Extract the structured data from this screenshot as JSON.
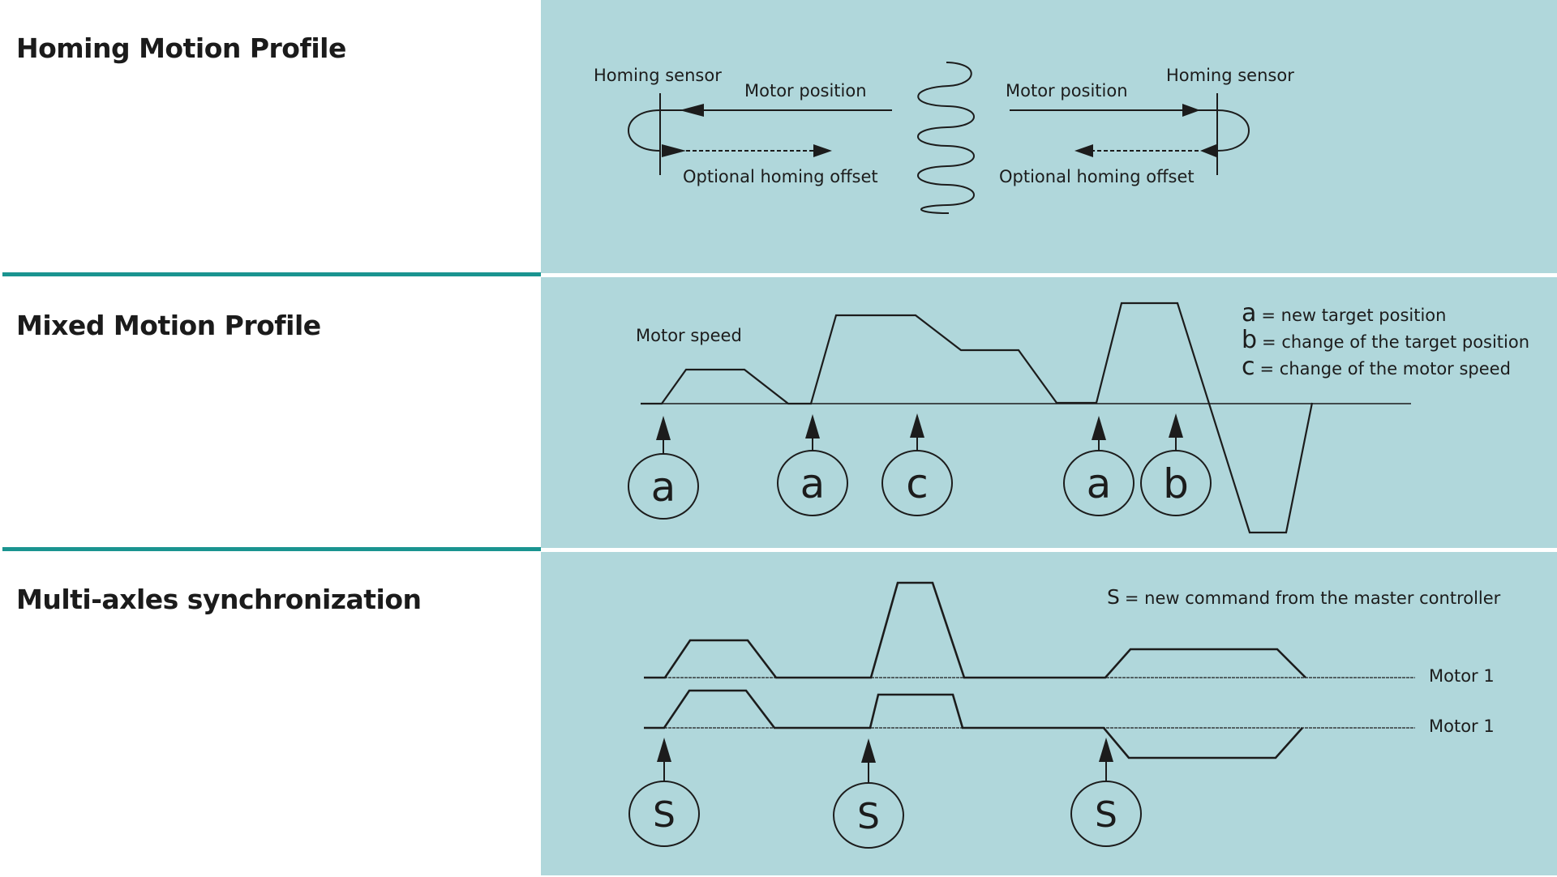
{
  "colors": {
    "panel_bg": "#b0d7db",
    "divider": "#1a9490",
    "ink": "#1c1c1c",
    "page_bg": "#ffffff"
  },
  "sections": [
    {
      "id": "homing",
      "title": "Homing Motion Profile"
    },
    {
      "id": "mixed",
      "title": "Mixed Motion Profile"
    },
    {
      "id": "multi",
      "title": "Multi-axles synchronization"
    }
  ],
  "homing": {
    "left": {
      "sensor_label": "Homing sensor",
      "motor_label": "Motor position",
      "offset_label": "Optional homing offset",
      "motor_direction": "left",
      "offset_direction": "right"
    },
    "right": {
      "sensor_label": "Homing sensor",
      "motor_label": "Motor position",
      "offset_label": "Optional homing offset",
      "motor_direction": "right",
      "offset_direction": "left"
    },
    "separator_icon": "wavy-line-break"
  },
  "mixed": {
    "axis_label": "Motor speed",
    "legend": [
      {
        "key": "a",
        "text": "= new target position"
      },
      {
        "key": "b",
        "text": "= change of the target position"
      },
      {
        "key": "c",
        "text": "= change of the motor speed"
      }
    ],
    "markers": [
      "a",
      "a",
      "c",
      "a",
      "b"
    ]
  },
  "multi": {
    "legend": {
      "key": "S",
      "text": "= new command from the master controller"
    },
    "motor_labels": [
      "Motor 1",
      "Motor 1"
    ],
    "markers": [
      "S",
      "S",
      "S"
    ]
  }
}
